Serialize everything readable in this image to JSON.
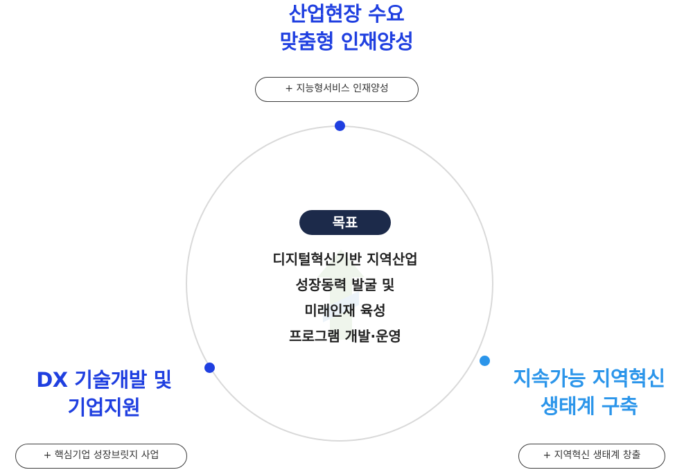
{
  "center": {
    "goal_label": "목표",
    "goal_lines": [
      "디지털혁신기반 지역산업",
      "성장동력 발굴 및",
      "미래인재 육성",
      "프로그램 개발·운영"
    ]
  },
  "nodes": {
    "top": {
      "heading_lines": [
        "산업현장 수요",
        "맞춤형 인재양성"
      ],
      "pill": "+ 지능형서비스 인재양성"
    },
    "left": {
      "heading_lines": [
        "DX 기술개발 및",
        "기업지원"
      ],
      "pill": "+ 핵심기업 성장브릿지 사업"
    },
    "right": {
      "heading_lines": [
        "지속가능 지역혁신",
        "생태계 구축"
      ],
      "pill": "+ 지역혁신 생태계 창출"
    }
  },
  "colors": {
    "accent_blue": "#1f3fe0",
    "accent_light_blue": "#2b95ea",
    "badge_navy": "#1c2a4a",
    "ring_gray": "#d9d9d9"
  }
}
